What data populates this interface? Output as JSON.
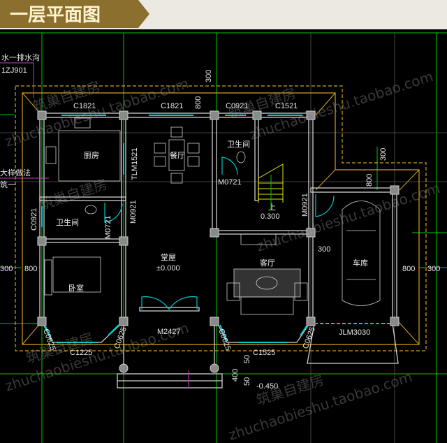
{
  "header": {
    "title": "一层平面图",
    "banner_color": "#8a6f2e"
  },
  "annotations": {
    "drain": "水一排水沟",
    "drain_ref": "1ZJ901",
    "detail": "大样做法",
    "detail2": "筑一"
  },
  "rooms": {
    "kitchen": "厨房",
    "dining": "餐厅",
    "bath_top": "卫生间",
    "bath_left": "卫生间",
    "hall": "堂屋",
    "hall_level": "±0.000",
    "living": "客厅",
    "bedroom": "卧室",
    "garage": "车库",
    "stair_up": "上",
    "stair_level": "0.300",
    "outdoor_level": "-0.450"
  },
  "openings": {
    "c1821_a": "C1821",
    "c1821_b": "C1821",
    "c0921": "C0921",
    "c1521": "C1521",
    "tlm1521": "TLM1521",
    "m0721_top": "M0721",
    "m0921_a": "M0921",
    "m0921_b": "M0921",
    "m0721_left": "M0721",
    "c0921_left": "C0921",
    "m2427": "M2427",
    "c0625_1": "C0625",
    "c0625_2": "C0625",
    "c0625_3": "C0625",
    "c0625_4": "C0625",
    "c1225": "C1225",
    "c1525": "C1525",
    "jlm3030": "JLM3030"
  },
  "dimensions": {
    "top_300": "300",
    "top_800": "800",
    "right_300": "300",
    "right_800": "800",
    "left_300": "300",
    "left_800": "800",
    "side_800": "800",
    "side_300": "300",
    "garage_300": "300",
    "step_50a": "50",
    "step_400": "400",
    "step_50b": "50"
  },
  "watermarks": {
    "cn": "筑巢自建房",
    "url": "zhuchaobieshu.taobao.com"
  },
  "colors": {
    "wall": "#cfcfcf",
    "axis": "#00c800",
    "window": "#00c8c8",
    "outline": "#d4a020",
    "stair": "#e0e000",
    "magenta": "#c040c0"
  }
}
